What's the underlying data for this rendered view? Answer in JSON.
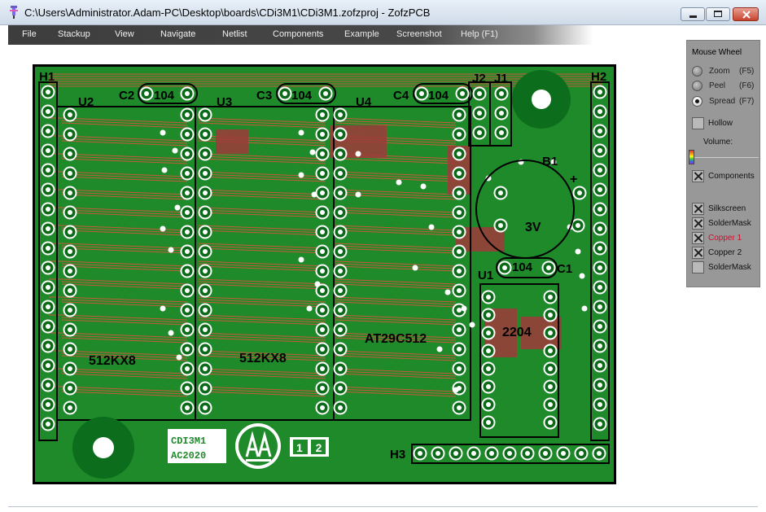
{
  "window": {
    "title": "C:\\Users\\Administrator.Adam-PC\\Desktop\\boards\\CDi3M1\\CDi3M1.zofzproj - ZofzPCB"
  },
  "menu": [
    {
      "label": "File"
    },
    {
      "label": "Stackup"
    },
    {
      "label": "View"
    },
    {
      "label": "Navigate"
    },
    {
      "label": "Netlist"
    },
    {
      "label": "Components"
    },
    {
      "label": "Example"
    },
    {
      "label": "Screenshot"
    },
    {
      "label": "Help (F1)"
    }
  ],
  "panel": {
    "title": "Mouse Wheel",
    "wheel_modes": [
      {
        "label": "Zoom",
        "key": "(F5)",
        "selected": false
      },
      {
        "label": "Peel",
        "key": "(F6)",
        "selected": false
      },
      {
        "label": "Spread",
        "key": "(F7)",
        "selected": true
      }
    ],
    "hollow_label": "Hollow",
    "hollow_checked": false,
    "volume_label": "Volume:",
    "components_label": "Components",
    "components_checked": true,
    "layers": [
      {
        "label": "Silkscreen",
        "checked": true,
        "highlight": false
      },
      {
        "label": "SolderMask",
        "checked": true,
        "highlight": false
      },
      {
        "label": "Copper  1",
        "checked": true,
        "highlight": true
      },
      {
        "label": "Copper  2",
        "checked": true,
        "highlight": false
      },
      {
        "label": "SolderMask",
        "checked": false,
        "highlight": false
      }
    ]
  },
  "board": {
    "colors": {
      "mask": "#1e8a2a",
      "copper": "#a03a3a",
      "trace": "#c85a3a",
      "silk": "#ffffff"
    },
    "headers": [
      {
        "label": "H1"
      },
      {
        "label": "H2"
      },
      {
        "label": "H3"
      }
    ],
    "chips": [
      {
        "ref": "U2",
        "part": "512KX8"
      },
      {
        "ref": "U3",
        "part": "512KX8"
      },
      {
        "ref": "U4",
        "part": "AT29C512"
      },
      {
        "ref": "U1",
        "part": "2204"
      }
    ],
    "capacitors": [
      {
        "ref": "C2",
        "value": "104"
      },
      {
        "ref": "C3",
        "value": "104"
      },
      {
        "ref": "C4",
        "value": "104"
      },
      {
        "ref": "C1",
        "value": "104"
      }
    ],
    "jumpers": [
      {
        "ref": "J2"
      },
      {
        "ref": "J1"
      }
    ],
    "battery": {
      "ref": "B1",
      "value": "3V",
      "polarity": "+"
    },
    "logos": [
      {
        "name": "cdi-logo-top",
        "text": "CDI3M1"
      },
      {
        "name": "cdi-logo-bottom",
        "text": "AC2020"
      },
      {
        "name": "pad-labels",
        "text": "1 2"
      }
    ]
  }
}
